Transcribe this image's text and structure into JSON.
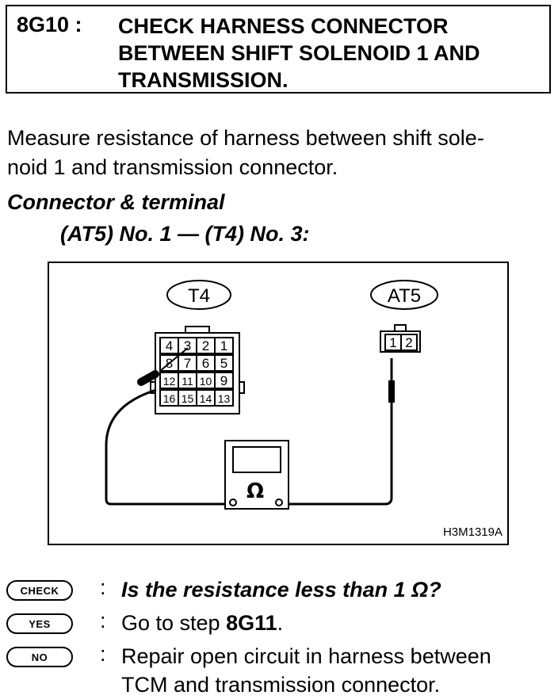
{
  "header": {
    "step_number": "8G10 :",
    "title_line1": "CHECK HARNESS CONNECTOR",
    "title_line2": "BETWEEN SHIFT SOLENOID 1 AND",
    "title_line3": "TRANSMISSION."
  },
  "intro": {
    "line1": "Measure resistance of harness between shift sole-",
    "line2": "noid 1 and transmission connector."
  },
  "connector": {
    "heading": "Connector & terminal",
    "terminals": "(AT5) No. 1 — (T4) No. 3:"
  },
  "diagram": {
    "t4_label": "T4",
    "at5_label": "AT5",
    "t4_pins": [
      [
        "4",
        "3",
        "2",
        "1"
      ],
      [
        "8",
        "7",
        "6",
        "5"
      ],
      [
        "12",
        "11",
        "10",
        "9"
      ],
      [
        "16",
        "15",
        "14",
        "13"
      ]
    ],
    "at5_pins": [
      "1",
      "2"
    ],
    "meter_symbol": "Ω",
    "figure_code": "H3M1319A"
  },
  "check": {
    "badge": "CHECK",
    "colon": ":",
    "question": "Is the resistance less than 1 Ω?"
  },
  "yes": {
    "badge": "YES",
    "colon": ":",
    "text_prefix": "Go to step ",
    "step": "8G11",
    "text_suffix": "."
  },
  "no": {
    "badge": "NO",
    "colon": ":",
    "line1": "Repair open circuit in harness between",
    "line2": "TCM and transmission connector."
  }
}
